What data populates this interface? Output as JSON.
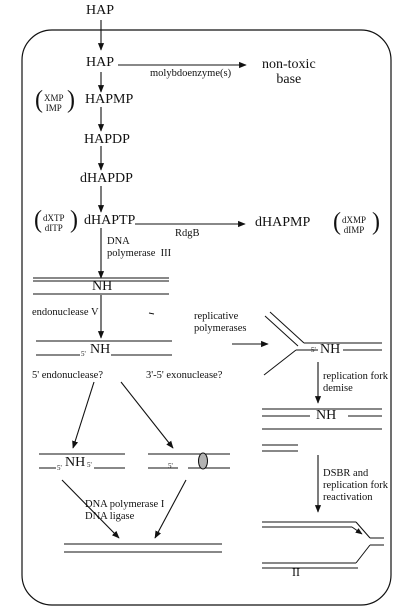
{
  "metabolites": {
    "hap_top": "HAP",
    "hap": "HAP",
    "non_toxic_base": "non-toxic\nbase",
    "hapmp": "HAPMP",
    "hapdp": "HAPDP",
    "dhapdp": "dHAPDP",
    "dhaptp": "dHAPTP",
    "dhapmp": "dHAPMP"
  },
  "cofactors": {
    "xmp": "XMP",
    "imp": "IMP",
    "dxtp": "dXTP",
    "ditp": "dITP",
    "dxmp": "dXMP",
    "dimp": "dIMP"
  },
  "enzymes": {
    "molybdoenzyme": "molybdoenzyme(s)",
    "rdgb": "RdgB",
    "dna_pol_iii": "DNA\npolymerase  III",
    "endonuclease_v": "endonuclease V",
    "replicative_polymerases": "replicative\npolymerases",
    "five_prime_endonuclease": "5' endonuclease?",
    "exonuclease": "3'-5' exonuclease?",
    "replication_fork_demise": "replication fork\ndemise",
    "dsbr_reactivation": "DSBR and\nreplication fork\nreactivation",
    "dna_pol_i_ligase": "DNA polymerase I\nDNA ligase"
  },
  "dna_labels": {
    "nh_1": "NH",
    "nh_2": "NH",
    "nh_fork": "NH",
    "nh_demise": "NH",
    "nh_gap": "NH",
    "five_prime": "5'",
    "roman_ii": "II"
  },
  "colors": {
    "line": "#111111",
    "lesion_fill": "#b3b3b3"
  }
}
